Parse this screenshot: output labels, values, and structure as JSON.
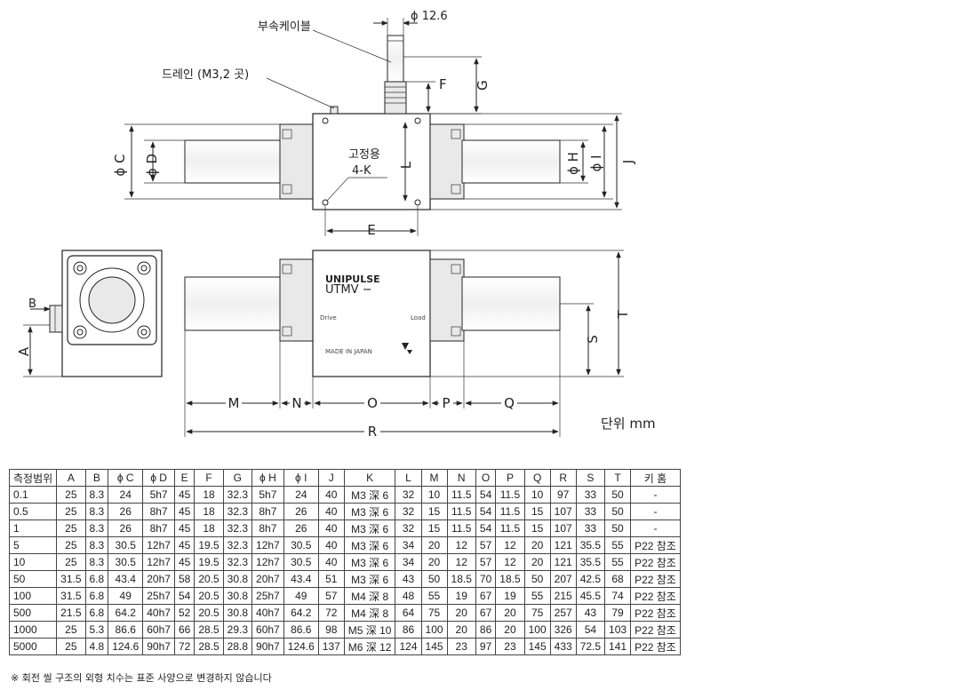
{
  "drawing": {
    "top_view": {
      "cable_label": "부속케이블",
      "cable_diameter": "ϕ 12.6",
      "drain_label": "드레인 (M3,2 곳)",
      "fixing_label": "고정용",
      "fixing_spec": "4-K",
      "dim_F": "F",
      "dim_G": "G",
      "dim_C": "ϕ C",
      "dim_D": "ϕ D",
      "dim_L": "L",
      "dim_E": "E",
      "dim_H": "ϕ H",
      "dim_I": "ϕ I",
      "dim_J": "J"
    },
    "side_view": {
      "dim_B": "B",
      "dim_A": "A"
    },
    "front_view": {
      "brand": "UNIPULSE",
      "model": "UTMV −",
      "drive": "Drive",
      "load": "Load",
      "made_in": "MADE IN JAPAN",
      "dim_T": "T",
      "dim_S": "S",
      "dim_M": "M",
      "dim_N": "N",
      "dim_O": "O",
      "dim_P": "P",
      "dim_Q": "Q",
      "dim_R": "R"
    },
    "unit_label": "단위 mm"
  },
  "table": {
    "headers": [
      "측정범위",
      "A",
      "B",
      "ϕ C",
      "ϕ D",
      "E",
      "F",
      "G",
      "ϕ H",
      "ϕ I",
      "J",
      "K",
      "L",
      "M",
      "N",
      "O",
      "P",
      "Q",
      "R",
      "S",
      "T",
      "키 홈"
    ],
    "rows": [
      [
        "0.1",
        "25",
        "8.3",
        "24",
        "5h7",
        "45",
        "18",
        "32.3",
        "5h7",
        "24",
        "40",
        "M3 深 6",
        "32",
        "10",
        "11.5",
        "54",
        "11.5",
        "10",
        "97",
        "33",
        "50",
        "-"
      ],
      [
        "0.5",
        "25",
        "8.3",
        "26",
        "8h7",
        "45",
        "18",
        "32.3",
        "8h7",
        "26",
        "40",
        "M3 深 6",
        "32",
        "15",
        "11.5",
        "54",
        "11.5",
        "15",
        "107",
        "33",
        "50",
        "-"
      ],
      [
        "1",
        "25",
        "8.3",
        "26",
        "8h7",
        "45",
        "18",
        "32.3",
        "8h7",
        "26",
        "40",
        "M3 深 6",
        "32",
        "15",
        "11.5",
        "54",
        "11.5",
        "15",
        "107",
        "33",
        "50",
        "-"
      ],
      [
        "5",
        "25",
        "8.3",
        "30.5",
        "12h7",
        "45",
        "19.5",
        "32.3",
        "12h7",
        "30.5",
        "40",
        "M3 深 6",
        "34",
        "20",
        "12",
        "57",
        "12",
        "20",
        "121",
        "35.5",
        "55",
        "P22 참조"
      ],
      [
        "10",
        "25",
        "8.3",
        "30.5",
        "12h7",
        "45",
        "19.5",
        "32.3",
        "12h7",
        "30.5",
        "40",
        "M3 深 6",
        "34",
        "20",
        "12",
        "57",
        "12",
        "20",
        "121",
        "35.5",
        "55",
        "P22 참조"
      ],
      [
        "50",
        "31.5",
        "6.8",
        "43.4",
        "20h7",
        "58",
        "20.5",
        "30.8",
        "20h7",
        "43.4",
        "51",
        "M3 深 6",
        "43",
        "50",
        "18.5",
        "70",
        "18.5",
        "50",
        "207",
        "42.5",
        "68",
        "P22 참조"
      ],
      [
        "100",
        "31.5",
        "6.8",
        "49",
        "25h7",
        "54",
        "20.5",
        "30.8",
        "25h7",
        "49",
        "57",
        "M4 深 8",
        "48",
        "55",
        "19",
        "67",
        "19",
        "55",
        "215",
        "45.5",
        "74",
        "P22 참조"
      ],
      [
        "500",
        "21.5",
        "6.8",
        "64.2",
        "40h7",
        "52",
        "20.5",
        "30.8",
        "40h7",
        "64.2",
        "72",
        "M4 深 8",
        "64",
        "75",
        "20",
        "67",
        "20",
        "75",
        "257",
        "43",
        "79",
        "P22 참조"
      ],
      [
        "1000",
        "25",
        "5.3",
        "86.6",
        "60h7",
        "66",
        "28.5",
        "29.3",
        "60h7",
        "86.6",
        "98",
        "M5 深 10",
        "86",
        "100",
        "20",
        "86",
        "20",
        "100",
        "326",
        "54",
        "103",
        "P22 참조"
      ],
      [
        "5000",
        "25",
        "4.8",
        "124.6",
        "90h7",
        "72",
        "28.5",
        "28.8",
        "90h7",
        "124.6",
        "137",
        "M6 深 12",
        "124",
        "145",
        "23",
        "97",
        "23",
        "145",
        "433",
        "72.5",
        "141",
        "P22 참조"
      ]
    ]
  },
  "note": "※ 회전 씰 구조의 외형 치수는 표준 사양으로 변경하지 않습니다"
}
